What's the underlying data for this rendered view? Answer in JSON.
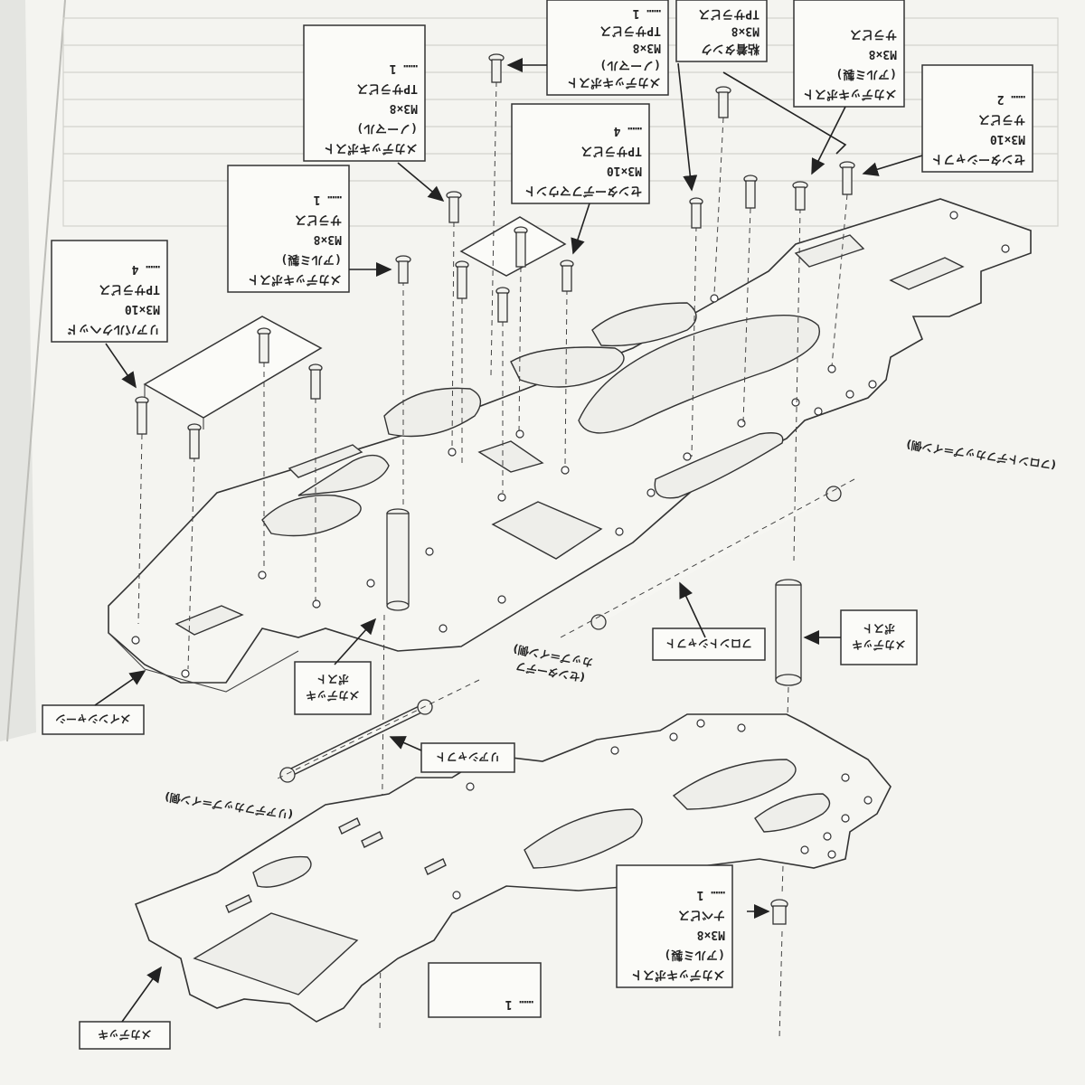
{
  "colors": {
    "paper": "#f4f4f0",
    "ink": "#2a2a2a",
    "background": "#e4e5e1"
  },
  "labels": {
    "box_top_center": [
      "メカデッキポスト",
      "(ノーマル)",
      "M3×8",
      "TPサラビス",
      "…… 1"
    ],
    "box_top_right": [
      "粘着タンク",
      "M3×8",
      "TPサラビス"
    ],
    "box_upper_mid": [
      "メカデッキポスト",
      "(ノーマル)",
      "M3×8",
      "TPサラビス",
      "…… 1"
    ],
    "box_center_mount": [
      "センターデフマウント",
      "M3×10",
      "TPサラビス",
      "…… 4"
    ],
    "box_right_top": [
      "メカデッキポスト",
      "(アルミ製)",
      "M3×8",
      "サラビス"
    ],
    "box_right_side": [
      "センターシャフト",
      "M3×10",
      "サラビス",
      "…… 2"
    ],
    "box_left_upper": [
      "メカデッキポスト",
      "(アルミ製)",
      "M3×8",
      "サラビス",
      "…… 1"
    ],
    "box_left": [
      "リアバルクヘッド",
      "M3×10",
      "TPサラビス",
      "…… 4"
    ],
    "box_bottom_right": [
      "メカデッキポスト",
      "(アルミ製)",
      "M3×8",
      "ナベビス",
      "…… 1"
    ],
    "box_bottom_stub": [
      "…… 1"
    ]
  },
  "callouts": {
    "front_cup": "(フロントデフカップ＝イン側)",
    "front_shaft": "フロントシャフト",
    "deck_post_right": [
      "メカデッキ",
      "ポスト"
    ],
    "deck_post_center": [
      "メカデッキ",
      "ポスト"
    ],
    "center_cup": [
      "(センターデフ",
      "カップ＝イン側)"
    ],
    "rear_shaft": "リアシャフト",
    "rear_cup": "(リアデフカップ＝イン側)",
    "main_chassis": "メインシャーシ",
    "mecha_deck": "メカデッキ"
  }
}
